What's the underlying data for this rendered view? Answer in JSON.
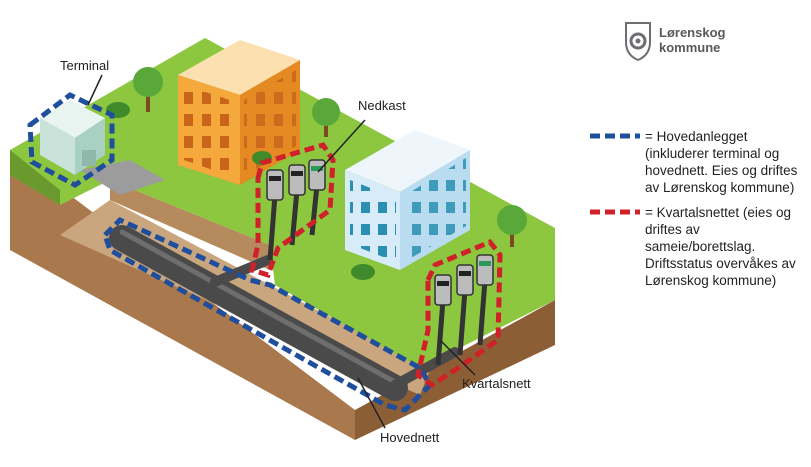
{
  "logo": {
    "name_line1": "Lørenskog",
    "name_line2": "kommune",
    "icon": "gear-shield-icon"
  },
  "diagram": {
    "labels": {
      "terminal": "Terminal",
      "nedkast": "Nedkast",
      "kvartalsnett": "Kvartalsnett",
      "hovednett": "Hovednett"
    }
  },
  "legend": {
    "blue": {
      "color": "#1f4e9c",
      "text": "= Hovedanlegget\n(inkluderer terminal og\nhovednett. Eies og driftes\nav Lørenskog kommune)"
    },
    "red": {
      "color": "#d0202a",
      "text": "= Kvartalsnettet (eies og\ndriftes av\nsameie/borettslag.\nDriftsstatus overvåkes av\nLørenskog kommune)"
    }
  },
  "colors": {
    "grass": "#8dc63f",
    "soil": "#b58a5c",
    "pipe": "#4a4a4a",
    "building_orange": "#f5a83c",
    "building_blue": "#d7ecf8"
  }
}
